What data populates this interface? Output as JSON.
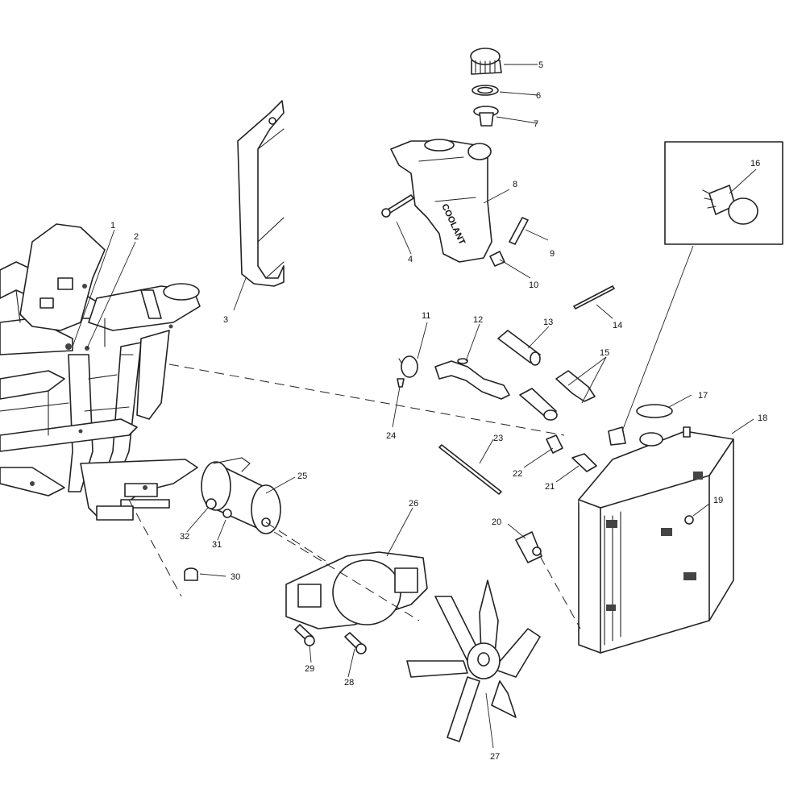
{
  "diagram": {
    "callouts": [
      {
        "id": "1",
        "label": "1"
      },
      {
        "id": "2",
        "label": "2"
      },
      {
        "id": "3",
        "label": "3"
      },
      {
        "id": "4",
        "label": "4"
      },
      {
        "id": "5",
        "label": "5"
      },
      {
        "id": "6",
        "label": "6"
      },
      {
        "id": "7",
        "label": "7"
      },
      {
        "id": "8",
        "label": "8"
      },
      {
        "id": "9",
        "label": "9"
      },
      {
        "id": "10",
        "label": "10"
      },
      {
        "id": "11",
        "label": "11"
      },
      {
        "id": "12",
        "label": "12"
      },
      {
        "id": "13",
        "label": "13"
      },
      {
        "id": "14",
        "label": "14"
      },
      {
        "id": "15",
        "label": "15"
      },
      {
        "id": "16",
        "label": "16"
      },
      {
        "id": "17",
        "label": "17"
      },
      {
        "id": "18",
        "label": "18"
      },
      {
        "id": "19",
        "label": "19"
      },
      {
        "id": "20",
        "label": "20"
      },
      {
        "id": "21",
        "label": "21"
      },
      {
        "id": "22",
        "label": "22"
      },
      {
        "id": "23",
        "label": "23"
      },
      {
        "id": "24",
        "label": "24"
      },
      {
        "id": "25",
        "label": "25"
      },
      {
        "id": "26",
        "label": "26"
      },
      {
        "id": "27",
        "label": "27"
      },
      {
        "id": "28",
        "label": "28"
      },
      {
        "id": "29",
        "label": "29"
      },
      {
        "id": "30",
        "label": "30"
      },
      {
        "id": "31",
        "label": "31"
      },
      {
        "id": "32",
        "label": "32"
      }
    ],
    "reservoir_text": "COOLANT"
  }
}
